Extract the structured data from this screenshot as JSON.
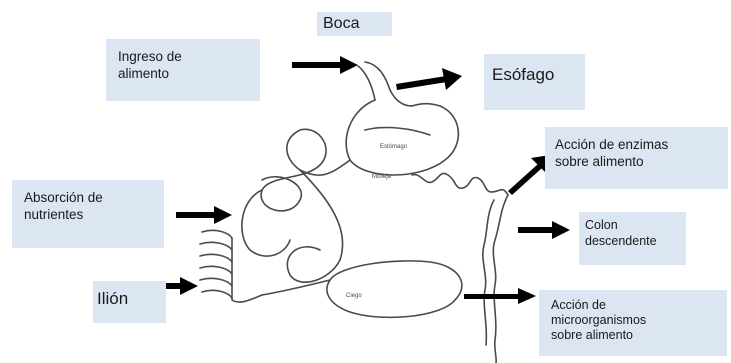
{
  "labels": {
    "boca": "Boca",
    "ingreso": "Ingreso de\nalimento",
    "esofago": "Esófago",
    "enzimas": "Acción de enzimas\nsobre alimento",
    "absorcion": "Absorción  de\nnutrientes",
    "colon": "Colon\ndescendente",
    "ilion": "Ilión",
    "microorganismos": "Acción de\nmicroorganismos\nsobre alimento"
  },
  "organ_labels": {
    "crop": "Estómago",
    "gizzard": "Molleja",
    "cecum": "Ciego"
  },
  "colors": {
    "label_bg": "#dce6f2",
    "arrow": "#000000",
    "outline": "#4a4a4a"
  }
}
